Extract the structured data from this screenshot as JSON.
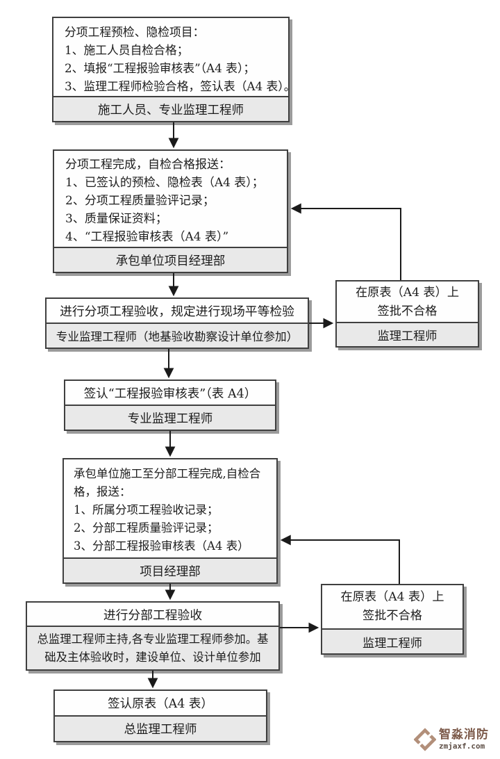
{
  "flowchart": {
    "box1": {
      "lines": [
        "分项工程预检、隐检项目：",
        "1、施工人员自检合格；",
        "2、填报“工程报验审核表”（A4 表）；",
        "3、监理工程师检验合格，签认表（A4 表）。"
      ],
      "footer": "施工人员、专业监理工程师"
    },
    "box2": {
      "lines": [
        "分项工程完成，自检合格报送：",
        "1、已签认的预检、隐检表（A4 表）；",
        "2、分项工程质量验评记录；",
        "3、质量保证资料；",
        "4、“工程报验审核表（A4 表）”"
      ],
      "footer": "承包单位项目经理部"
    },
    "box3": {
      "title": "进行分项工程验收，规定进行现场平等检验",
      "footer": "专业监理工程师（地基验收勘察设计单位参加）"
    },
    "box4": {
      "title": "签认“工程报验审核表”（表 A4）",
      "footer": "专业监理工程师"
    },
    "box5": {
      "lines": [
        "承包单位施工至分部工程完成,自检合",
        "格，报送：",
        "1、所属分项工程验收记录；",
        "2、分部工程质量验评记录；",
        "3、分部工程报验审核表（A4 表）"
      ],
      "footer": "项目经理部"
    },
    "box6": {
      "title": "进行分部工程验收",
      "footer_lines": [
        "总监理工程师主持,各专业监理工程师参加。基",
        "础及主体验收时，建设单位、设计单位参加"
      ]
    },
    "box7": {
      "title": "签认原表（A4 表）",
      "footer": "总监理工程师"
    },
    "reject1": {
      "lines": [
        "在原表（A4 表）上",
        "签批不合格"
      ],
      "footer": "监理工程师"
    },
    "reject2": {
      "lines": [
        "在原表（A4 表）上",
        "签批不合格"
      ],
      "footer": "监理工程师"
    }
  },
  "watermark": {
    "brand": "智淼消防",
    "site": "zmjaxf.com"
  },
  "colors": {
    "box_border": "#3f3f3f",
    "footer_bg": "#e9e9e9",
    "shadow": "#9b9b9b",
    "arrow": "#1a1a1a",
    "logo": "#b28f7a",
    "brand_text": "#7c5a4a",
    "site_text": "#5d4e45"
  }
}
